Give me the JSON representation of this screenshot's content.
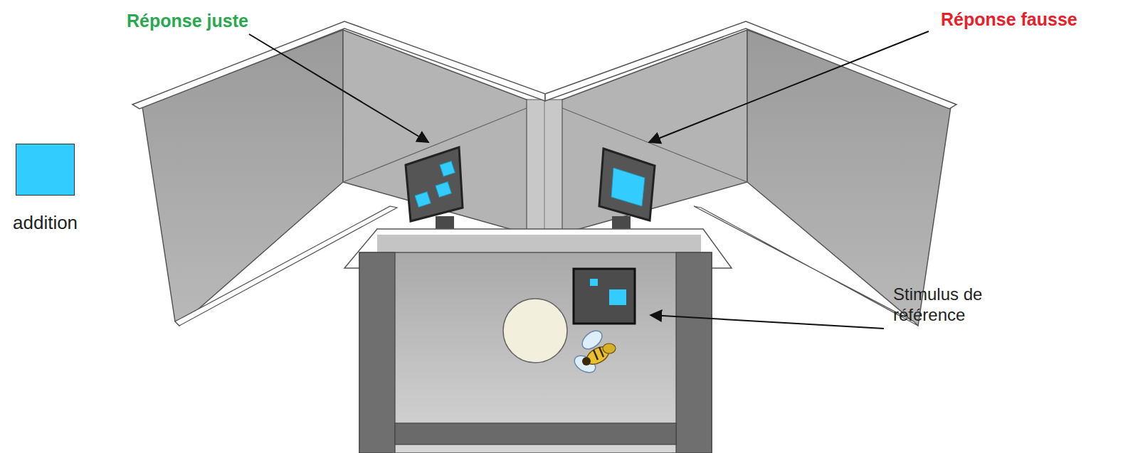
{
  "diagram": {
    "labels": [
      "Réponse juste",
      "Réponse fausse",
      "Stimulus de référence"
    ],
    "legend": [
      {
        "text": "addition",
        "color": "#33ccff"
      }
    ]
  }
}
